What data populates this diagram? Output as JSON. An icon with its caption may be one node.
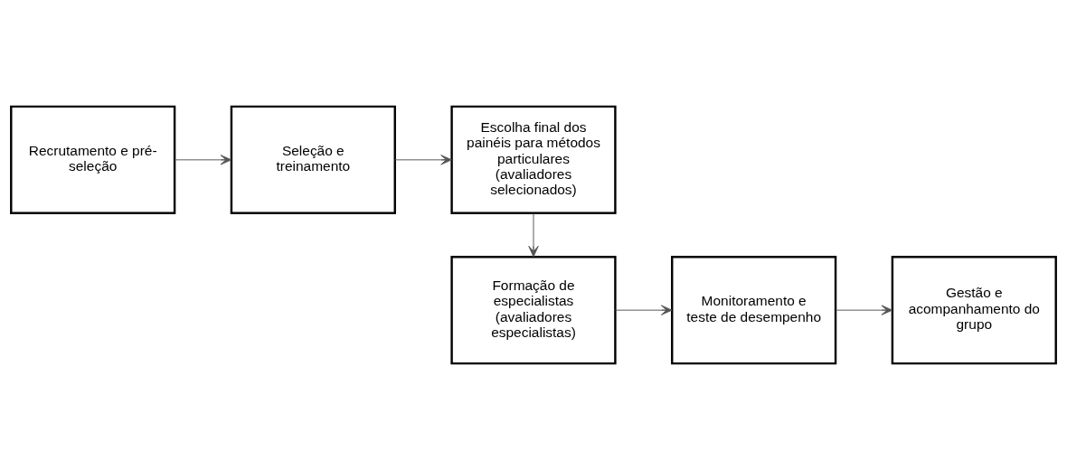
{
  "diagram": {
    "nodes": [
      {
        "text": [
          "Recrutamento e pré-seleção"
        ]
      },
      {
        "text": [
          "Seleção e treinamento"
        ]
      },
      {
        "text": [
          "Escolha final dos painéis para métodos particulares (avaliadores selecionados)"
        ]
      },
      {
        "text": [
          "Formação de especialistas (avaliadores especialistas)"
        ]
      },
      {
        "text": [
          "Monitoramento e teste de desempenho"
        ]
      },
      {
        "text": [
          "Gestão e acompanhamento do grupo"
        ]
      }
    ],
    "edges": [
      {
        "from": 0,
        "to": 1,
        "arrow": "to"
      },
      {
        "from": 1,
        "to": 2,
        "arrow": "to"
      },
      {
        "from": 2,
        "to": 3,
        "arrow": "to"
      },
      {
        "from": 3,
        "to": 4,
        "arrow": "to"
      },
      {
        "from": 4,
        "to": 5,
        "arrow": "to"
      }
    ]
  }
}
